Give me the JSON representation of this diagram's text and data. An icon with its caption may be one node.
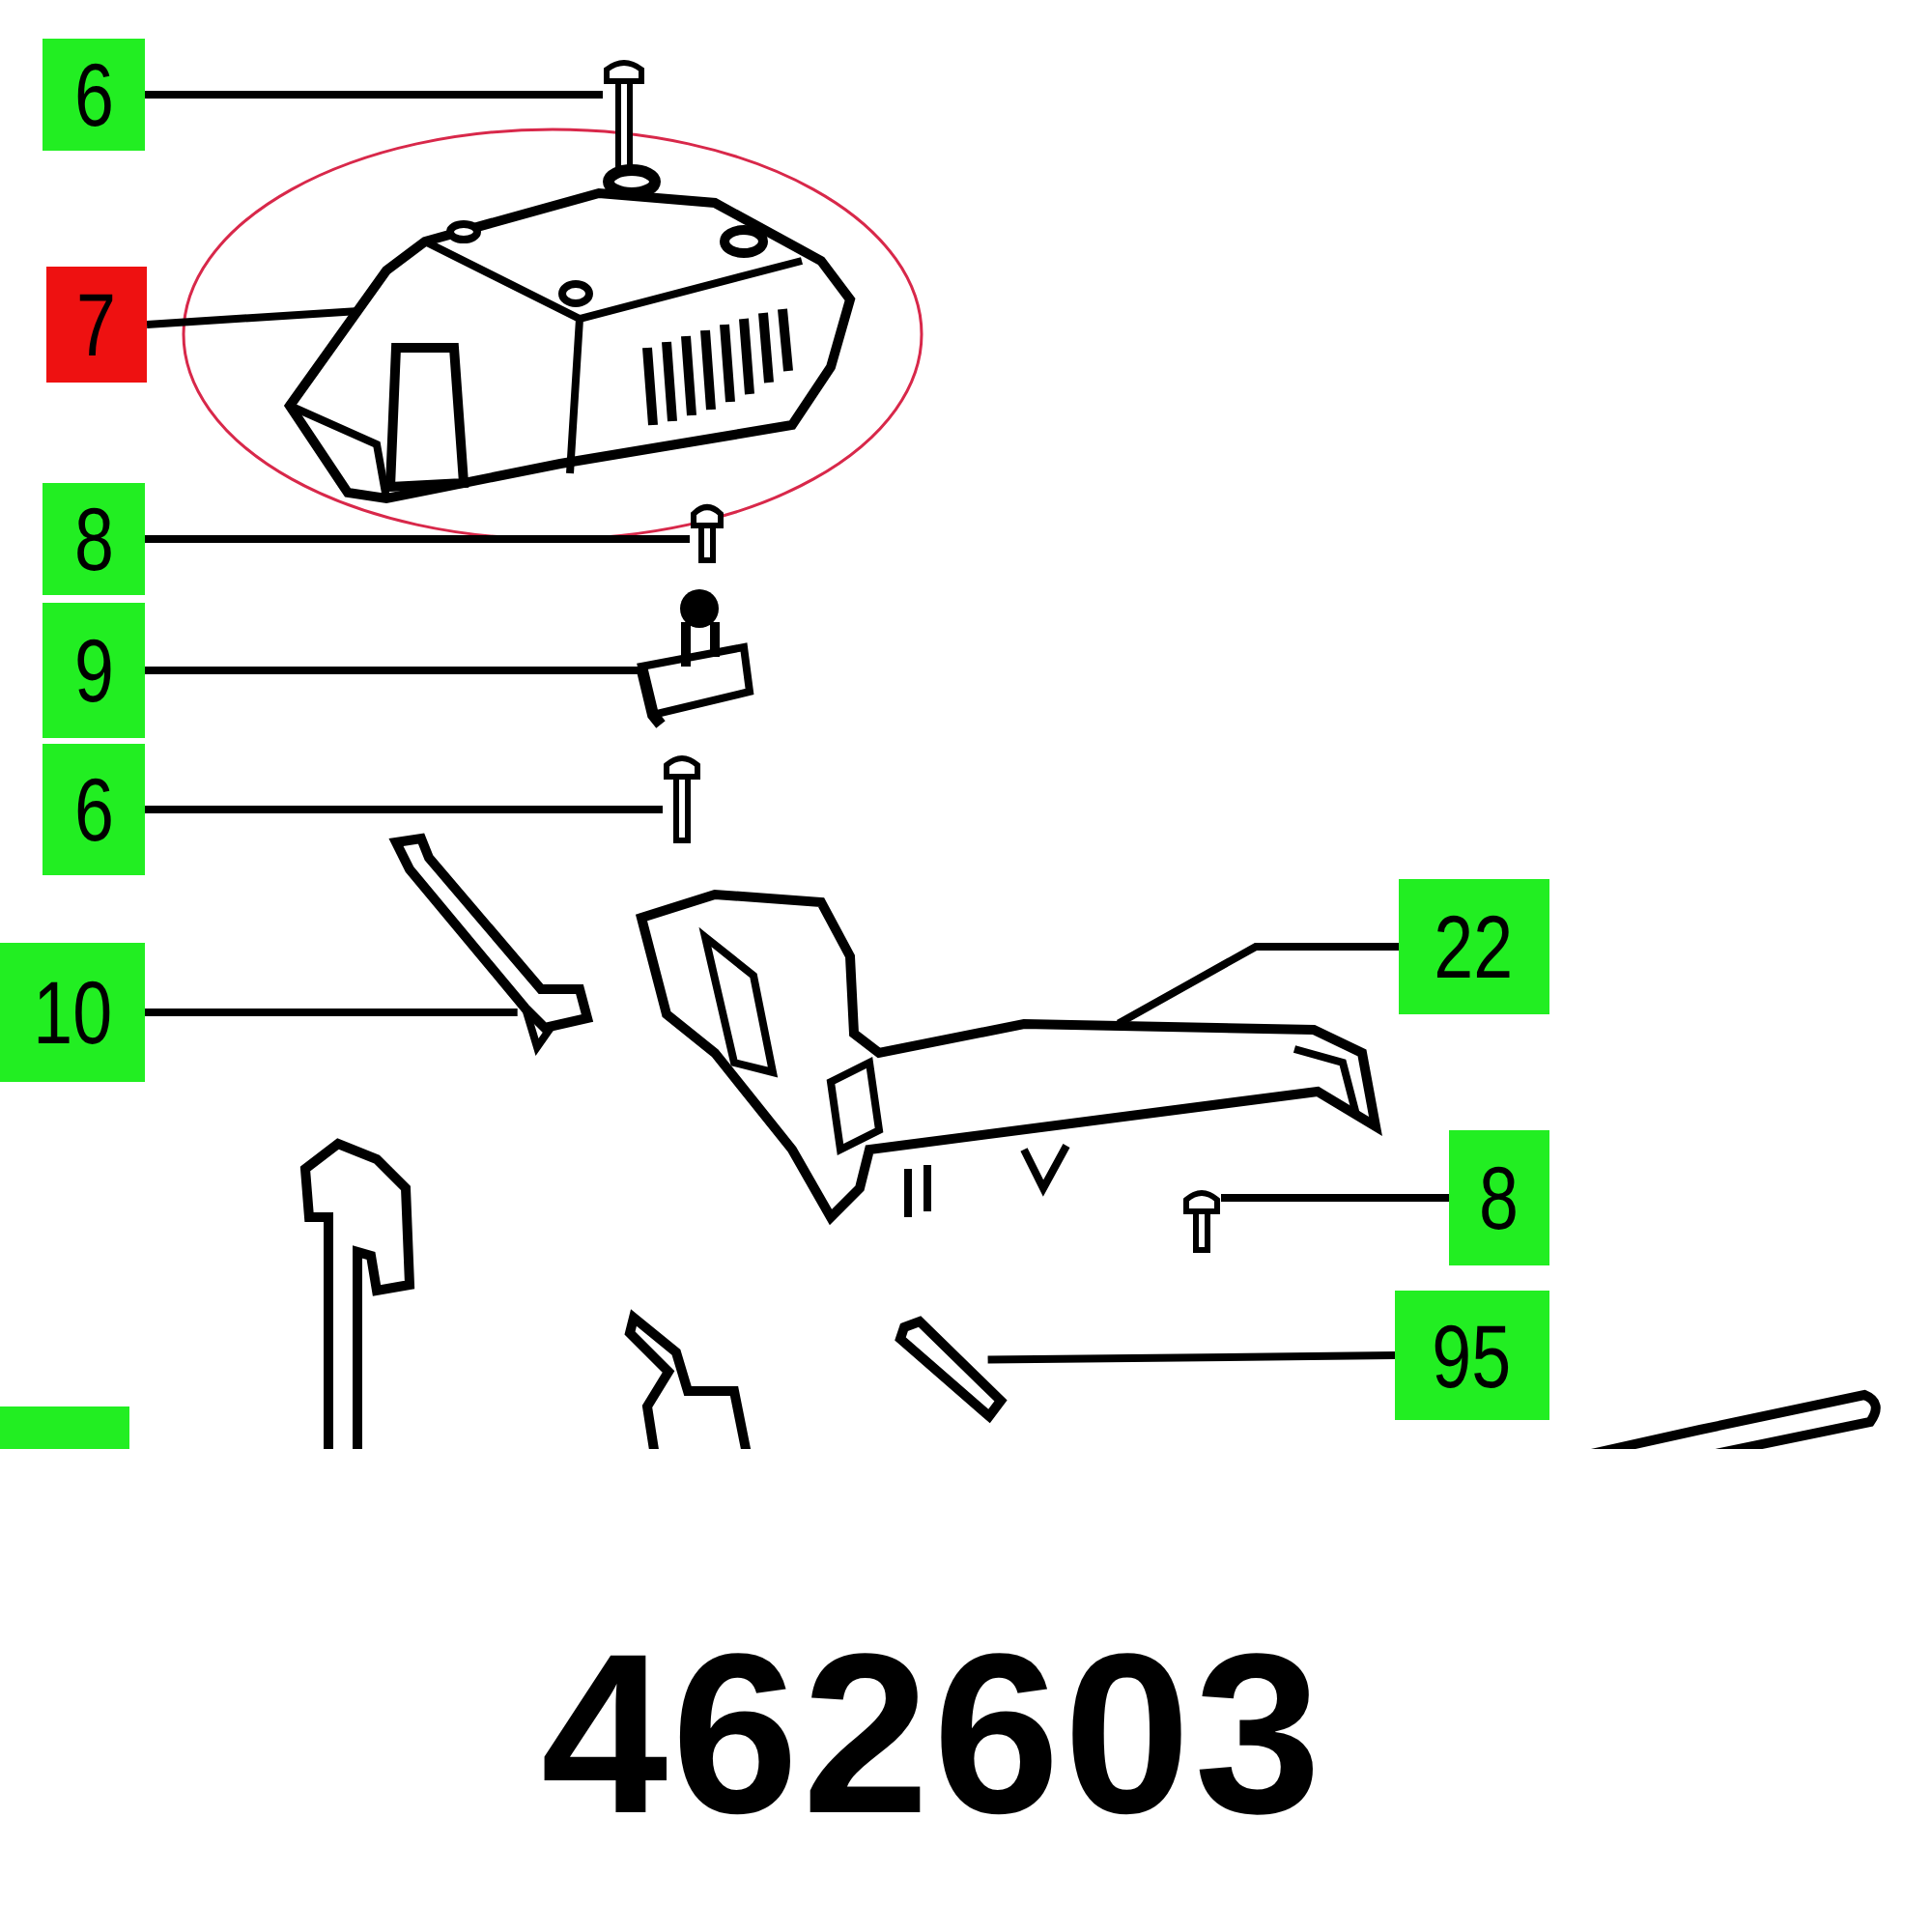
{
  "diagram": {
    "nodes": [
      {
        "text": [
          "6"
        ]
      },
      {
        "text": [],
        "shape": "picture"
      },
      {
        "text": [
          "7"
        ]
      },
      {
        "text": [],
        "shape": "picture"
      },
      {
        "text": [
          "8"
        ]
      },
      {
        "text": [],
        "shape": "picture"
      },
      {
        "text": [
          "9"
        ]
      },
      {
        "text": [],
        "shape": "picture"
      },
      {
        "text": [
          "6"
        ]
      },
      {
        "text": [],
        "shape": "picture"
      },
      {
        "text": [
          "10"
        ]
      },
      {
        "text": [],
        "shape": "picture"
      },
      {
        "text": [
          "22"
        ]
      },
      {
        "text": [],
        "shape": "picture"
      },
      {
        "text": [
          "8"
        ]
      },
      {
        "text": [],
        "shape": "picture"
      },
      {
        "text": [
          "95"
        ]
      },
      {
        "text": [],
        "shape": "picture"
      }
    ],
    "edges": [
      {
        "from": 0,
        "to": 1,
        "arrow": "none"
      },
      {
        "from": 2,
        "to": 3,
        "arrow": "none"
      },
      {
        "from": 4,
        "to": 5,
        "arrow": "none"
      },
      {
        "from": 6,
        "to": 7,
        "arrow": "none"
      },
      {
        "from": 8,
        "to": 9,
        "arrow": "none"
      },
      {
        "from": 10,
        "to": 11,
        "arrow": "none"
      },
      {
        "from": 12,
        "to": 13,
        "arrow": "none"
      },
      {
        "from": 14,
        "to": 15,
        "arrow": "none"
      },
      {
        "from": 16,
        "to": 17,
        "arrow": "none"
      }
    ],
    "labels": [
      "462603"
    ]
  }
}
